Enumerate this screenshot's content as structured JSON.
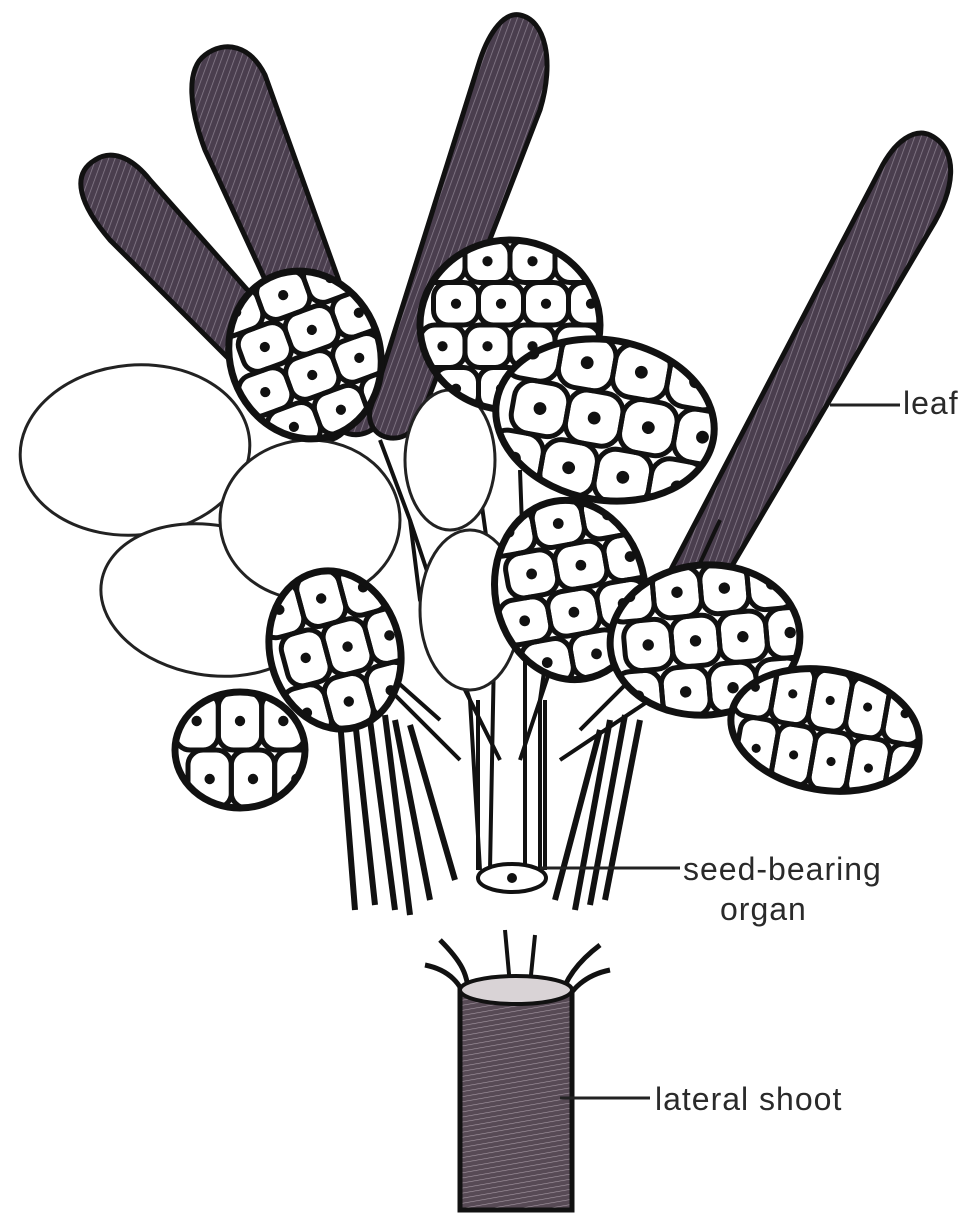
{
  "figure": {
    "labels": {
      "leaf": "leaf",
      "seed_bearing_line1": "seed-bearing",
      "seed_bearing_line2": "organ",
      "lateral_shoot": "lateral shoot"
    },
    "colors": {
      "leaf_fill": "#4a3e4e",
      "leaf_vein": "#8a7f8e",
      "shoot_fill": "#574a55",
      "ink": "#111111",
      "background": "#ffffff"
    }
  }
}
